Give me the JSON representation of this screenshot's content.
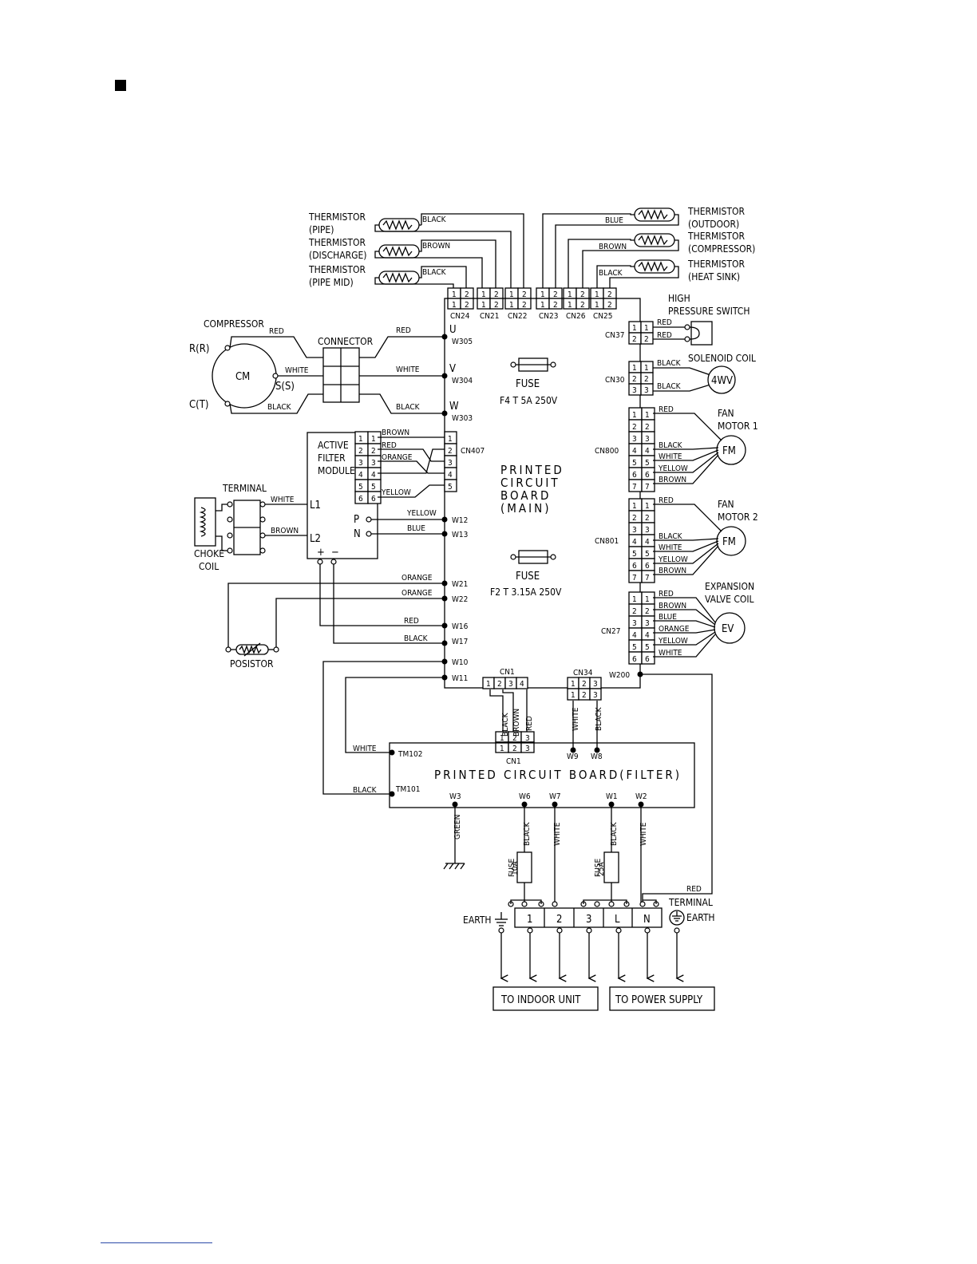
{
  "section_marker": "■",
  "thermistors_left": [
    {
      "label1": "THERMISTOR",
      "label2": "(PIPE)",
      "wire": "BLACK"
    },
    {
      "label1": "THERMISTOR",
      "label2": "(DISCHARGE)",
      "wire": "BROWN"
    },
    {
      "label1": "THERMISTOR",
      "label2": "(PIPE MID)",
      "wire": "BLACK"
    }
  ],
  "thermistors_right": [
    {
      "label1": "THERMISTOR",
      "label2": "(OUTDOOR)",
      "wire": "BLUE"
    },
    {
      "label1": "THERMISTOR",
      "label2": "(COMPRESSOR)",
      "wire": "BROWN"
    },
    {
      "label1": "THERMISTOR",
      "label2": "(HEAT SINK)",
      "wire": "BLACK"
    }
  ],
  "top_connectors": [
    "CN24",
    "CN21",
    "CN22",
    "CN23",
    "CN26",
    "CN25"
  ],
  "pin_1": "1",
  "pin_2": "2",
  "compressor": {
    "title": "COMPRESSOR",
    "symbol": "CM",
    "r": "R(R)",
    "s": "S(S)",
    "c": "C(T)",
    "wire_red": "RED",
    "wire_white": "WHITE",
    "wire_black": "BLACK"
  },
  "connector_label": "CONNECTOR",
  "main_terminals": [
    {
      "letter": "U",
      "id": "W305",
      "wire": "RED"
    },
    {
      "letter": "V",
      "id": "W304",
      "wire": "WHITE"
    },
    {
      "letter": "W",
      "id": "W303",
      "wire": "BLACK"
    }
  ],
  "fuse_top": {
    "label": "FUSE",
    "rating": "F4 T 5A 250V"
  },
  "fuse_mid": {
    "label": "FUSE",
    "rating": "F2 T 3.15A 250V"
  },
  "pcb_main": [
    "PRINTED",
    "CIRCUIT",
    "BOARD",
    "(MAIN)"
  ],
  "active_filter": {
    "title": [
      "ACTIVE",
      "FILTER",
      "MODULE"
    ],
    "pins": [
      "1",
      "2",
      "3",
      "4",
      "5",
      "6"
    ],
    "wires": [
      "BROWN",
      "RED",
      "ORANGE",
      "YELLOW"
    ],
    "connector": "CN407",
    "cn407_pins": [
      "1",
      "2",
      "3",
      "4",
      "5"
    ],
    "l1": "L1",
    "l2": "L2",
    "p": "P",
    "n": "N",
    "plus": "+",
    "minus": "−"
  },
  "terminal_label": "TERMINAL",
  "choke_coil": [
    "CHOKE",
    "COIL"
  ],
  "choke_wires": [
    "WHITE",
    "BROWN"
  ],
  "pn_wires": [
    {
      "wire": "YELLOW",
      "id": "W12"
    },
    {
      "wire": "BLUE",
      "id": "W13"
    }
  ],
  "lower_left_terminals": [
    {
      "wire": "ORANGE",
      "id": "W21"
    },
    {
      "wire": "ORANGE",
      "id": "W22"
    },
    {
      "wire": "RED",
      "id": "W16"
    },
    {
      "wire": "BLACK",
      "id": "W17"
    },
    {
      "wire": "",
      "id": "W10"
    },
    {
      "wire": "",
      "id": "W11"
    }
  ],
  "posistor": "POSISTOR",
  "high_pressure": {
    "title1": "HIGH",
    "title2": "PRESSURE SWITCH",
    "connector": "CN37",
    "wires": [
      "RED",
      "RED"
    ]
  },
  "solenoid": {
    "title": "SOLENOID COIL",
    "symbol": "4WV",
    "connector": "CN30",
    "wires": [
      "BLACK",
      "BLACK"
    ],
    "pins": [
      "1",
      "2",
      "3"
    ]
  },
  "fan1": {
    "title1": "FAN",
    "title2": "MOTOR 1",
    "symbol": "FM",
    "connector": "CN800",
    "pins": [
      "1",
      "2",
      "3",
      "4",
      "5",
      "6",
      "7"
    ],
    "wires": [
      "RED",
      "BLACK",
      "WHITE",
      "YELLOW",
      "BROWN"
    ]
  },
  "fan2": {
    "title1": "FAN",
    "title2": "MOTOR 2",
    "symbol": "FM",
    "connector": "CN801",
    "pins": [
      "1",
      "2",
      "3",
      "4",
      "5",
      "6",
      "7"
    ],
    "wires": [
      "RED",
      "BLACK",
      "WHITE",
      "YELLOW",
      "BROWN"
    ]
  },
  "expansion": {
    "title1": "EXPANSION",
    "title2": "VALVE COIL",
    "symbol": "EV",
    "connector": "CN27",
    "pins": [
      "1",
      "2",
      "3",
      "4",
      "5",
      "6"
    ],
    "wires": [
      "RED",
      "BROWN",
      "BLUE",
      "ORANGE",
      "YELLOW",
      "WHITE"
    ]
  },
  "cn1": {
    "label": "CN1",
    "pins": [
      "1",
      "2",
      "3",
      "4"
    ],
    "wires": [
      "BLACK",
      "BROWN",
      "RED"
    ],
    "lower_pins": [
      "1",
      "2",
      "3"
    ]
  },
  "cn34": {
    "label": "CN34",
    "pins": [
      "1",
      "2",
      "3"
    ],
    "wires": [
      "WHITE",
      "BLACK"
    ]
  },
  "w200": "W200",
  "filter_board": {
    "title": "PRINTED CIRCUIT BOARD(FILTER)",
    "tm102": "TM102",
    "tm101": "TM101",
    "wire_tm102": "WHITE",
    "wire_tm101": "BLACK",
    "w9": "W9",
    "w8": "W8",
    "bottom": [
      "W3",
      "W6",
      "W7",
      "W1",
      "W2"
    ],
    "bottom_wires": [
      "GREEN",
      "BLACK",
      "WHITE",
      "BLACK",
      "WHITE"
    ]
  },
  "fuse_10a": {
    "label": "FUSE",
    "rating": "10A"
  },
  "fuse_25a": {
    "label": "FUSE",
    "rating": "25A"
  },
  "red_label": "RED",
  "terminal_block": {
    "title": "TERMINAL",
    "cells": [
      "1",
      "2",
      "3",
      "L",
      "N"
    ],
    "earth_left": "EARTH",
    "earth_right": "EARTH"
  },
  "destinations": [
    "TO INDOOR UNIT",
    "TO POWER SUPPLY"
  ]
}
